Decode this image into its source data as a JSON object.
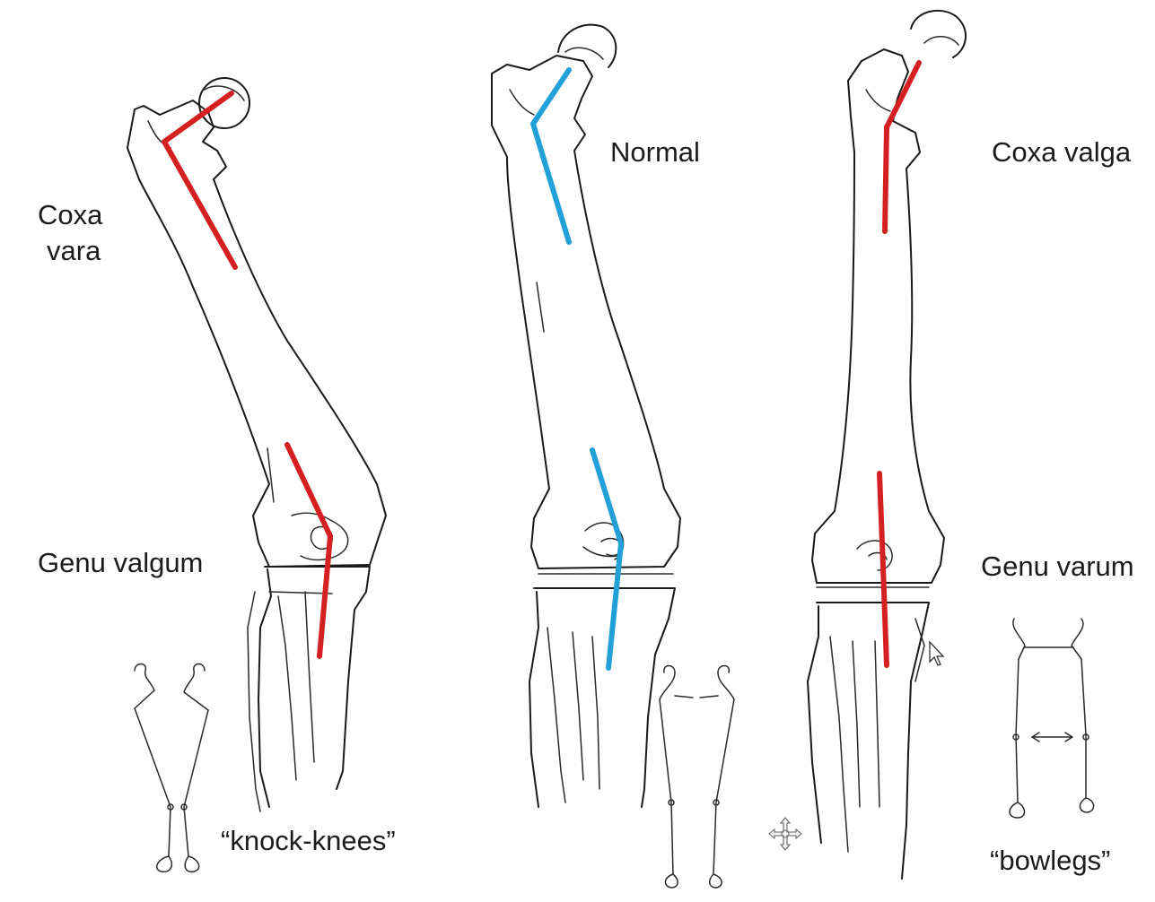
{
  "colors": {
    "abnormal_axis": "#d42020",
    "normal_axis": "#22a0d8",
    "line_art": "#1a1a1a"
  },
  "labels": {
    "coxa_vara_line1": "Coxa",
    "coxa_vara_line2": "vara",
    "normal": "Normal",
    "coxa_valga": "Coxa valga",
    "genu_valgum": "Genu valgum",
    "genu_varum": "Genu varum",
    "knock_knees": "“knock-knees”",
    "bowlegs": "“bowlegs”"
  },
  "icons": [
    "mouse-cursor-icon",
    "move-cursor-icon"
  ]
}
